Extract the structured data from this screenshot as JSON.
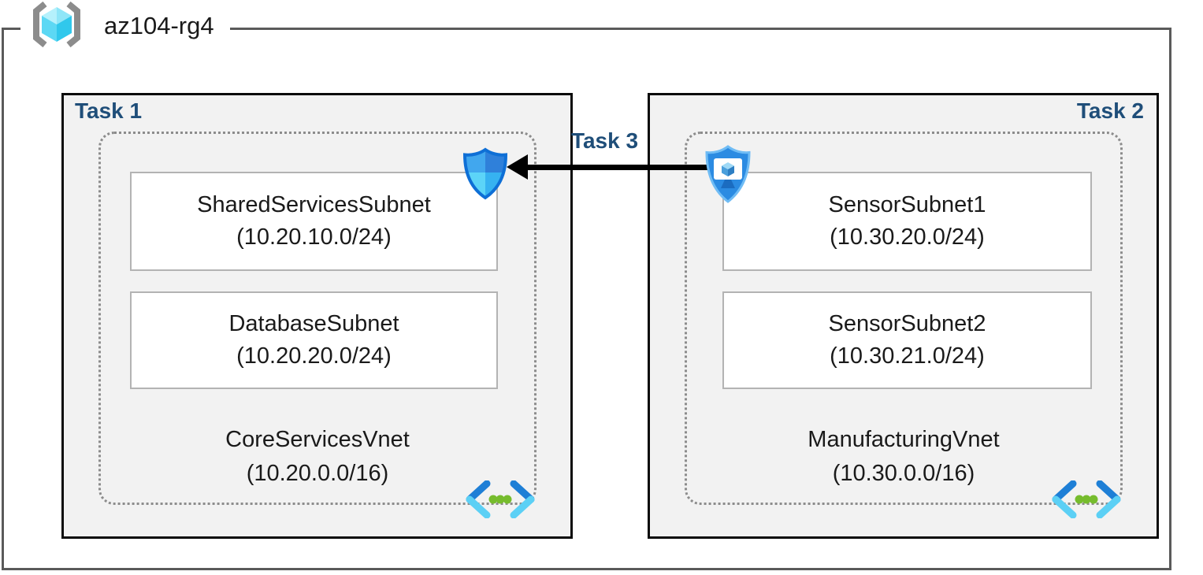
{
  "resource_group": {
    "name": "az104-rg4",
    "icon": "resource-group-icon"
  },
  "labels": {
    "task1": "Task 1",
    "task2": "Task 2",
    "task3": "Task 3"
  },
  "vnets": [
    {
      "name": "CoreServicesVnet",
      "cidr": "(10.20.0.0/16)",
      "task": "Task 1",
      "subnets": [
        {
          "name": "SharedServicesSubnet",
          "cidr": "(10.20.10.0/24)"
        },
        {
          "name": "DatabaseSubnet",
          "cidr": "(10.20.20.0/24)"
        }
      ]
    },
    {
      "name": "ManufacturingVnet",
      "cidr": "(10.30.0.0/16)",
      "task": "Task 2",
      "subnets": [
        {
          "name": "SensorSubnet1",
          "cidr": "(10.30.20.0/24)"
        },
        {
          "name": "SensorSubnet2",
          "cidr": "(10.30.21.0/24)"
        }
      ]
    }
  ],
  "connection": {
    "label": "Task 3",
    "direction": "right-to-left",
    "from_icon": "application-security-group-icon",
    "to_icon": "network-security-group-icon"
  },
  "icons": {
    "resource_group": "resource-group-icon",
    "virtual_network": "virtual-network-icon",
    "network_security_group": "network-security-group-icon",
    "application_security_group": "application-security-group-icon"
  },
  "colors": {
    "task_label": "#1F4E79",
    "frame_gray": "#5A5A5A",
    "task_box_bg": "#F2F2F2",
    "task_box_border": "#0A0A0A",
    "dotted_border": "#8C8C8C",
    "subnet_border": "#B3B3B3",
    "arrow": "#000000",
    "azure_blue": "#2E8EE3",
    "light_cyan": "#5CD4F8",
    "green_dot": "#76BC2D"
  }
}
